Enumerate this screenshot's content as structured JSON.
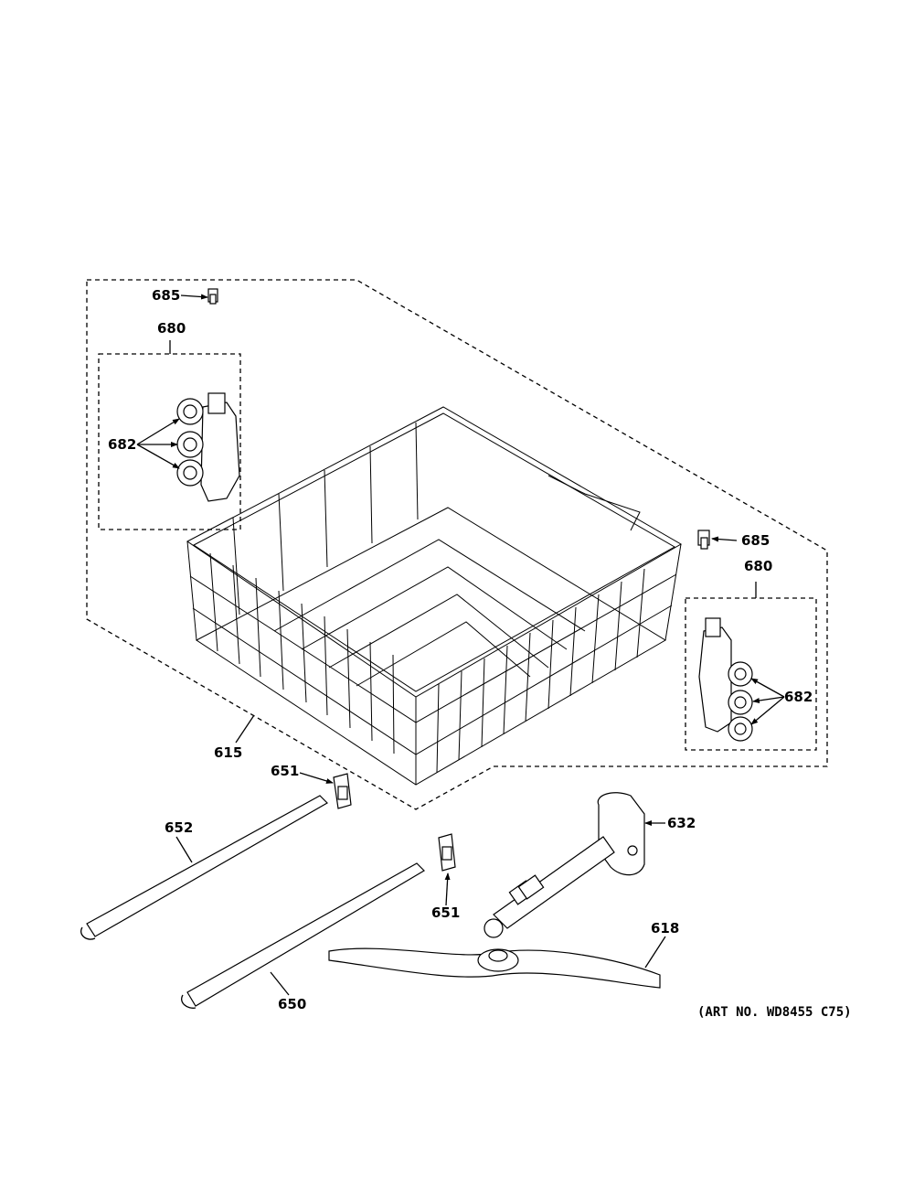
{
  "labels": {
    "l685a": "685",
    "l680a": "680",
    "l682a": "682",
    "l685b": "685",
    "l680b": "680",
    "l682b": "682",
    "l615": "615",
    "l651a": "651",
    "l652": "652",
    "l632": "632",
    "l651b": "651",
    "l618": "618",
    "l650": "650"
  },
  "art_no": "(ART NO. WD8455 C75)"
}
